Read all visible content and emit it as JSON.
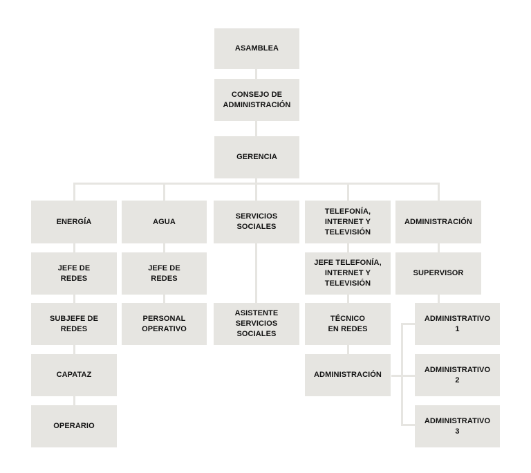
{
  "colors": {
    "box_fill": "#e6e5e1",
    "connector": "#e6e5e1",
    "text": "#111111",
    "background": "#ffffff"
  },
  "org": {
    "asamblea": "ASAMBLEA",
    "consejo": "CONSEJO DE\nADMINISTRACIÓN",
    "gerencia": "GERENCIA",
    "energia": {
      "head": "ENERGÍA",
      "jefe": "JEFE DE\nREDES",
      "subjefe": "SUBJEFE DE\nREDES",
      "capataz": "CAPATAZ",
      "operario": "OPERARIO"
    },
    "agua": {
      "head": "AGUA",
      "jefe": "JEFE DE\nREDES",
      "personal": "PERSONAL\nOPERATIVO"
    },
    "servicios": {
      "head": "SERVICIOS\nSOCIALES",
      "asistente": "ASISTENTE\nSERVICIOS\nSOCIALES"
    },
    "telefonia": {
      "head": "TELEFONÍA,\nINTERNET Y\nTELEVISIÓN",
      "jefe": "JEFE TELEFONÍA,\nINTERNET Y\nTELEVISIÓN",
      "tecnico": "TÉCNICO\nEN REDES",
      "administracion": "ADMINISTRACIÓN"
    },
    "administracion": {
      "head": "ADMINISTRACIÓN",
      "supervisor": "SUPERVISOR",
      "admin1": "ADMINISTRATIVO\n1",
      "admin2": "ADMINISTRATIVO\n2",
      "admin3": "ADMINISTRATIVO\n3"
    }
  }
}
